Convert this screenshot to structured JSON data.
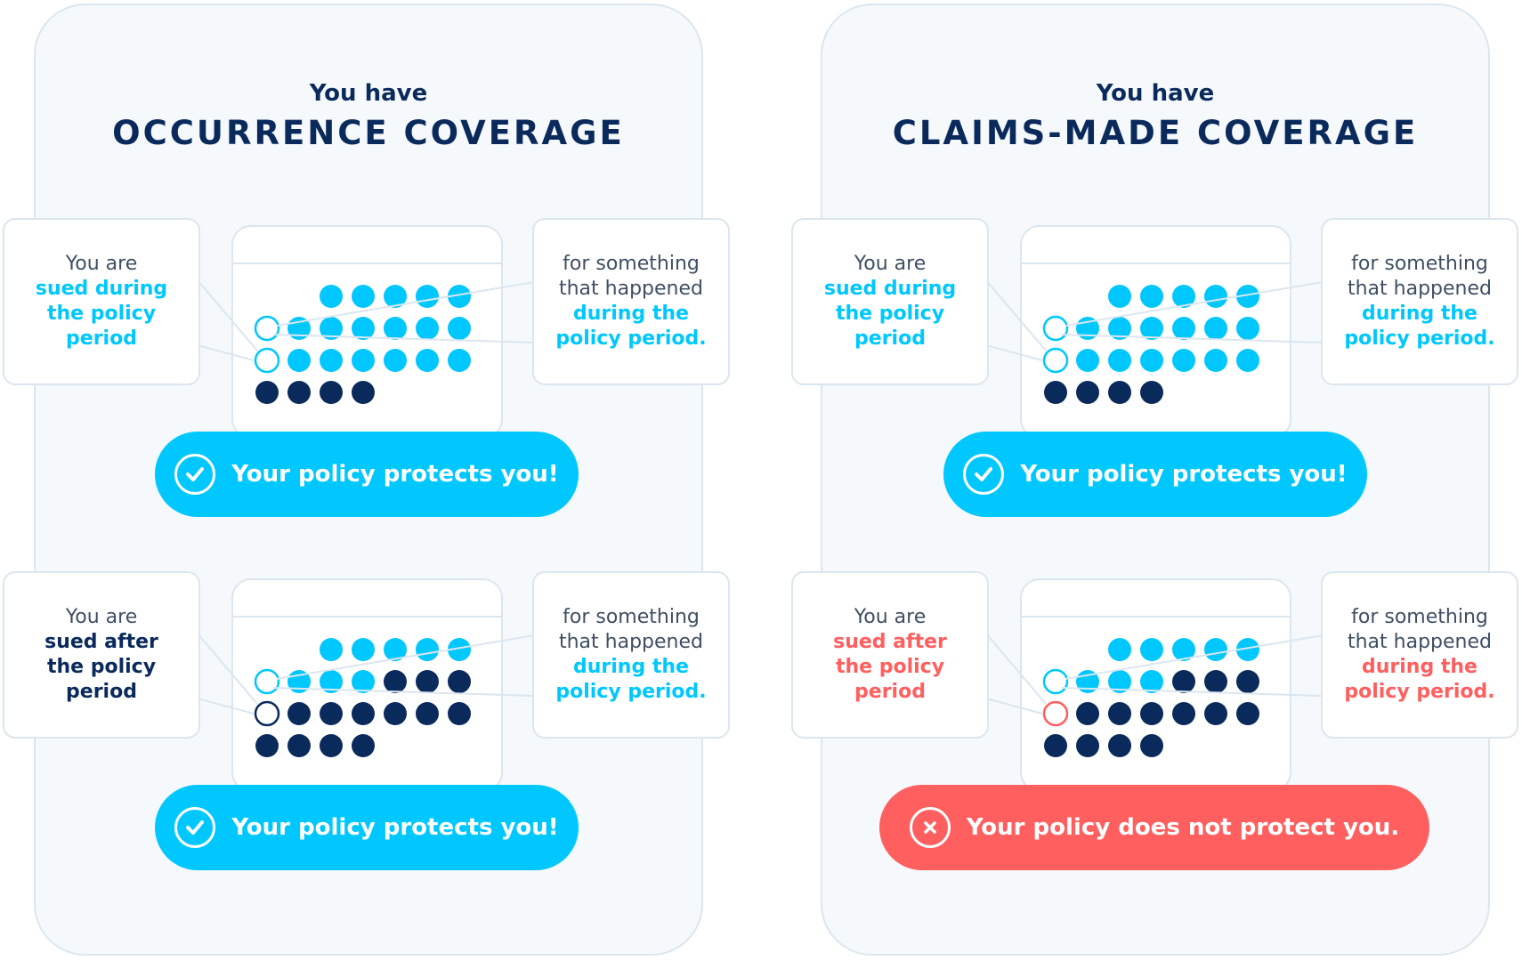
{
  "colors": {
    "cyan": "#00c8ff",
    "navy": "#0b2a5c",
    "red": "#ff5f5f",
    "gray_text": "#3f4f63",
    "border": "#dbe6ef"
  },
  "panels": [
    {
      "subtitle": "You have",
      "title": "OCCURRENCE COVERAGE",
      "scenarios": [
        {
          "left_bubble": {
            "line1": "You are",
            "line2": "sued during",
            "line3": "the policy",
            "line4": "period",
            "accent": "cyan"
          },
          "right_bubble": {
            "line1": "for something",
            "line2": "that happened",
            "line3": "during the",
            "line4": "policy period.",
            "accent": "cyan"
          },
          "calendar": {
            "cyan_days": 19,
            "total_days": 23,
            "sued_day": 13,
            "incident_day": 6,
            "sued_marker_color": "cyan"
          },
          "result": {
            "status": "protected",
            "icon": "check-icon",
            "text": "Your policy protects you!"
          }
        },
        {
          "left_bubble": {
            "line1": "You are",
            "line2": "sued after",
            "line3": "the policy",
            "line4": "period",
            "accent": "navy"
          },
          "right_bubble": {
            "line1": "for something",
            "line2": "that happened",
            "line3": "during the",
            "line4": "policy period.",
            "accent": "cyan"
          },
          "calendar": {
            "cyan_days": 9,
            "total_days": 23,
            "sued_day": 13,
            "incident_day": 6,
            "sued_marker_color": "navy"
          },
          "result": {
            "status": "protected",
            "icon": "check-icon",
            "text": "Your policy protects you!"
          }
        }
      ]
    },
    {
      "subtitle": "You have",
      "title": "CLAIMS-MADE COVERAGE",
      "scenarios": [
        {
          "left_bubble": {
            "line1": "You are",
            "line2": "sued during",
            "line3": "the policy",
            "line4": "period",
            "accent": "cyan"
          },
          "right_bubble": {
            "line1": "for something",
            "line2": "that happened",
            "line3": "during the",
            "line4": "policy period.",
            "accent": "cyan"
          },
          "calendar": {
            "cyan_days": 19,
            "total_days": 23,
            "sued_day": 13,
            "incident_day": 6,
            "sued_marker_color": "cyan"
          },
          "result": {
            "status": "protected",
            "icon": "check-icon",
            "text": "Your policy protects you!"
          }
        },
        {
          "left_bubble": {
            "line1": "You are",
            "line2": "sued after",
            "line3": "the policy",
            "line4": "period",
            "accent": "red"
          },
          "right_bubble": {
            "line1": "for something",
            "line2": "that happened",
            "line3": "during the",
            "line4": "policy period.",
            "accent": "red"
          },
          "calendar": {
            "cyan_days": 9,
            "total_days": 23,
            "sued_day": 13,
            "incident_day": 6,
            "sued_marker_color": "red"
          },
          "result": {
            "status": "not-protected",
            "icon": "x-icon",
            "text": "Your policy does not protect you."
          }
        }
      ]
    }
  ]
}
